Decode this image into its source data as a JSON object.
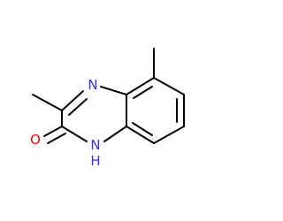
{
  "molecule": {
    "atoms": {
      "n4": {
        "symbol": "N",
        "color": "#3333ff"
      },
      "o": {
        "symbol": "O",
        "color": "#ff0000"
      },
      "n1": {
        "symbol": "N",
        "color": "#3333ff"
      },
      "n1_h": {
        "symbol": "H",
        "color": "#3333ff"
      }
    },
    "bond_color": "#000000"
  }
}
